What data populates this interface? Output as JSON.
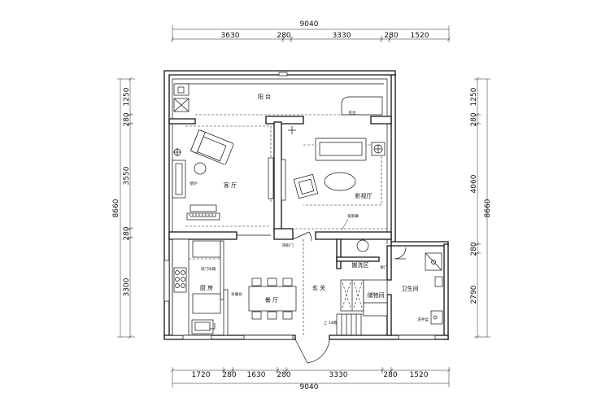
{
  "dimensions": {
    "top_total": "9040",
    "top_segments": [
      "3630",
      "280",
      "3330",
      "280",
      "1520"
    ],
    "bottom_segments": [
      "1720",
      "280",
      "1630",
      "280",
      "3330",
      "280",
      "1520"
    ],
    "bottom_total": "9040",
    "left_segments": [
      "1250",
      "280",
      "3550",
      "280",
      "3300"
    ],
    "left_total": "8660",
    "right_segments": [
      "1250",
      "280",
      "4060",
      "280",
      "2790"
    ],
    "right_total": "8660"
  },
  "rooms": {
    "balcony": "阳 台",
    "living_room": "客 厅",
    "media_room": "影视厅",
    "kitchen": "厨 房",
    "dining_room": "餐 厅",
    "entrance": "玄 关",
    "laundry": "搬洗区",
    "storage": "储物间",
    "bathroom": "卫生间"
  },
  "labels": {
    "fireplace": "壁炉",
    "planter": "花台",
    "projection_screen": "投影幕",
    "sliding_door_1": "隐形门",
    "sliding_door_2": "移门",
    "fridge": "双门冰箱",
    "breakfast_bar": "早餐台",
    "stairs_up": "上 14踏",
    "wash_basin": "洗手盆"
  }
}
